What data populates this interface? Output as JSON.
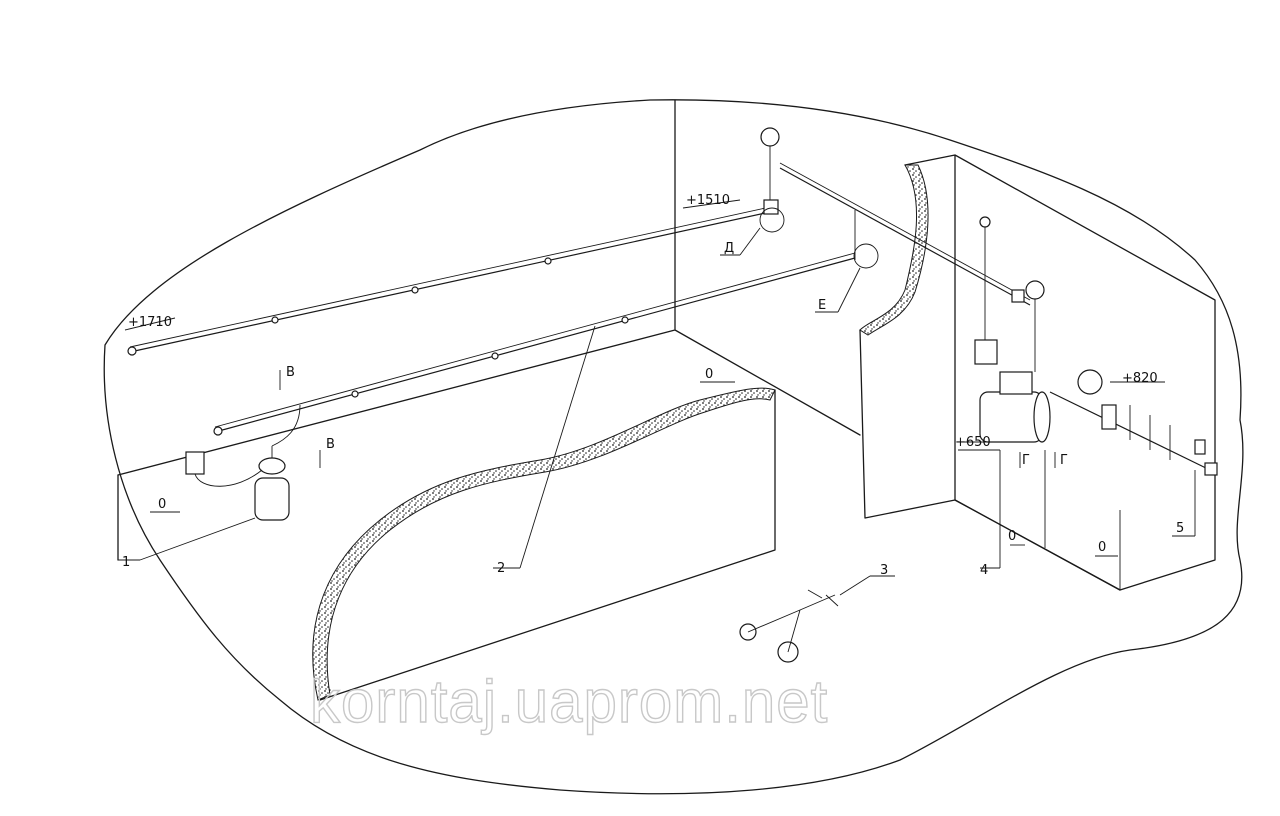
{
  "labels": {
    "level_1710": "+1710",
    "level_1510": "+1510",
    "level_820": "+820",
    "level_650": "+650",
    "zero_left": "0",
    "zero_mid": "0",
    "zero_right_a": "0",
    "zero_right_b": "0",
    "section_b_top": "B",
    "section_b_bottom": "B",
    "callout_d": "Д",
    "callout_e": "Е",
    "section_g_left": "Г",
    "section_g_right": "Г",
    "pos_1": "1",
    "pos_2": "2",
    "pos_3": "3",
    "pos_4": "4",
    "pos_5": "5"
  },
  "watermark": "korntaj.uaprom.net",
  "colors": {
    "ink": "#1a1a1a",
    "paper": "#ffffff",
    "watermark": "#c8c8c8"
  }
}
